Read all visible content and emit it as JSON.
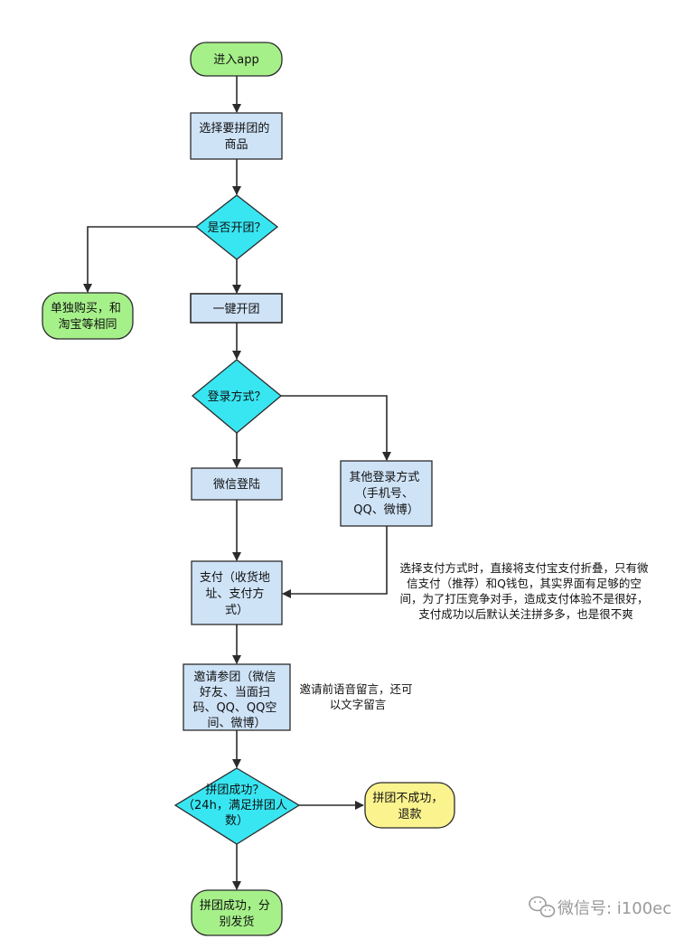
{
  "colors": {
    "terminal_green": "#a6f08a",
    "process_blue": "#cfe3f7",
    "decision_cyan": "#38e6f2",
    "terminal_yellow": "#fbf38e",
    "stroke": "#2b2b2b",
    "watermark": "#9a9a9a"
  },
  "nodes": {
    "start": {
      "lines": [
        "进入app"
      ]
    },
    "choose_product": {
      "lines": [
        "选择要拼团的",
        "商品"
      ]
    },
    "open_group": {
      "lines": [
        "是否开团？"
      ]
    },
    "single_buy": {
      "lines": [
        "单独购买，和",
        "淘宝等相同"
      ]
    },
    "one_click": {
      "lines": [
        "一键开团"
      ]
    },
    "login_method": {
      "lines": [
        "登录方式？"
      ]
    },
    "wechat_login": {
      "lines": [
        "微信登陆"
      ]
    },
    "other_login": {
      "lines": [
        "其他登录方式",
        "（手机号、",
        "QQ、微博）"
      ]
    },
    "payment": {
      "lines": [
        "支付（收货地",
        "址、支付方",
        "式）"
      ]
    },
    "invite": {
      "lines": [
        "邀请参团（微信",
        "好友、当面扫",
        "码、QQ、QQ空",
        "间、微博）"
      ]
    },
    "group_success_q": {
      "lines": [
        "拼团成功？",
        "（24h，满足拼团人",
        "数）"
      ]
    },
    "fail_refund": {
      "lines": [
        "拼团不成功，",
        "退款"
      ]
    },
    "success_ship": {
      "lines": [
        "拼团成功，分",
        "别发货"
      ]
    }
  },
  "notes": {
    "payment_note": {
      "lines": [
        "选择支付方式时，直接将支付宝支付折叠，只有微",
        "信支付（推荐）和Q钱包，其实界面有足够的空",
        "间，为了打压竞争对手，造成支付体验不是很好，",
        "支付成功以后默认关注拼多多，也是很不爽"
      ]
    },
    "invite_note": {
      "lines": [
        "邀请前语音留言，还可",
        "以文字留言"
      ]
    }
  },
  "watermark": {
    "icon": "wechat-icon",
    "text": "微信号: i100ec"
  }
}
